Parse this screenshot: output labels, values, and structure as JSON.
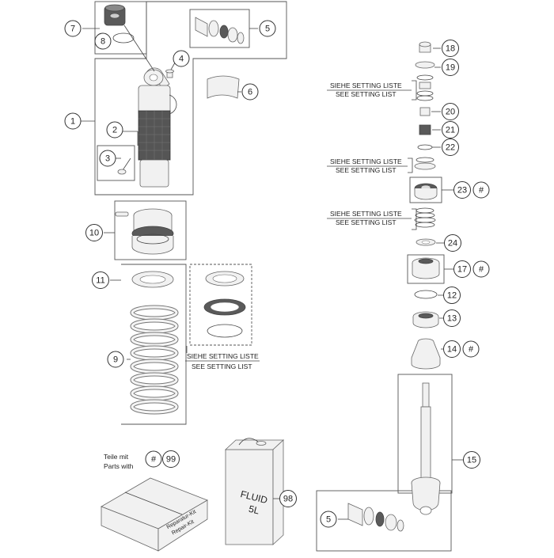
{
  "callouts": [
    {
      "id": "c1",
      "label": "1"
    },
    {
      "id": "c2",
      "label": "2"
    },
    {
      "id": "c3",
      "label": "3"
    },
    {
      "id": "c4",
      "label": "4"
    },
    {
      "id": "c5a",
      "label": "5"
    },
    {
      "id": "c5b",
      "label": "5"
    },
    {
      "id": "c6",
      "label": "6"
    },
    {
      "id": "c7",
      "label": "7"
    },
    {
      "id": "c8",
      "label": "8"
    },
    {
      "id": "c9",
      "label": "9"
    },
    {
      "id": "c10",
      "label": "10"
    },
    {
      "id": "c11",
      "label": "11"
    },
    {
      "id": "c12",
      "label": "12"
    },
    {
      "id": "c13",
      "label": "13"
    },
    {
      "id": "c14",
      "label": "14"
    },
    {
      "id": "c15",
      "label": "15"
    },
    {
      "id": "c17",
      "label": "17"
    },
    {
      "id": "c18",
      "label": "18"
    },
    {
      "id": "c19",
      "label": "19"
    },
    {
      "id": "c20",
      "label": "20"
    },
    {
      "id": "c21",
      "label": "21"
    },
    {
      "id": "c22",
      "label": "22"
    },
    {
      "id": "c23",
      "label": "23"
    },
    {
      "id": "c24",
      "label": "24"
    },
    {
      "id": "c98",
      "label": "98"
    },
    {
      "id": "c99",
      "label": "99"
    },
    {
      "id": "h23",
      "label": "#"
    },
    {
      "id": "h17",
      "label": "#"
    },
    {
      "id": "h14",
      "label": "#"
    },
    {
      "id": "hleg",
      "label": "#"
    }
  ],
  "setting_notes": [
    {
      "de": "SIEHE SETTING LISTE",
      "en": "SEE SETTING LIST"
    },
    {
      "de": "SIEHE SETTING LISTE",
      "en": "SEE SETTING LIST"
    },
    {
      "de": "SIEHE SETTING LISTE",
      "en": "SEE SETTING LIST"
    },
    {
      "de": "SIEHE SETTING LISTE",
      "en": "SEE SETTING LIST"
    }
  ],
  "legend": {
    "line1": "Teile mit",
    "line2": "Parts with"
  },
  "fluid_can": {
    "line1": "FLUID",
    "line2": "5L"
  },
  "repair_kit": {
    "line1": "Reparatur-Kit",
    "line2": "Repair-Kit"
  }
}
